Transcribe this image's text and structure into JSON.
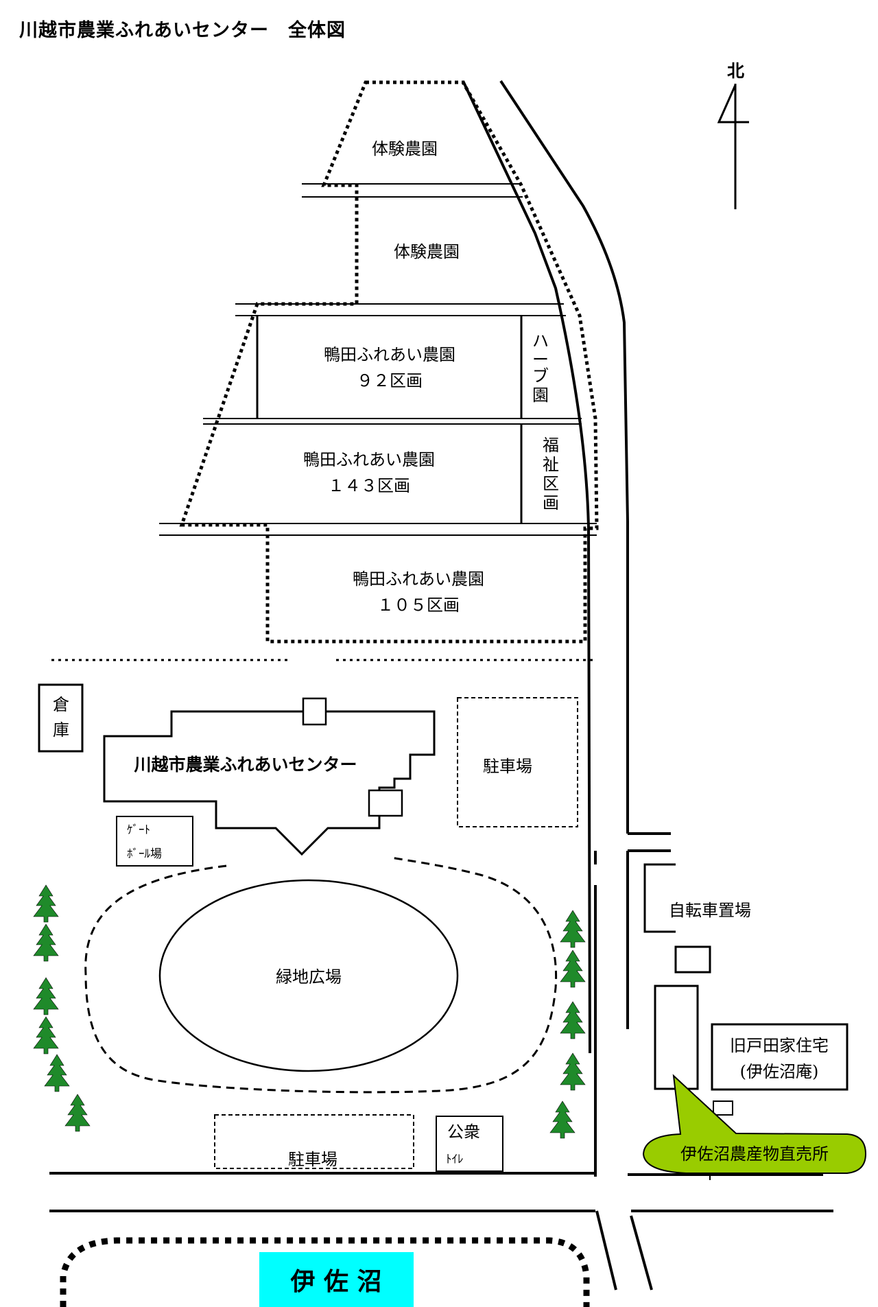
{
  "title": "川越市農業ふれあいセンター　全体図",
  "compass": {
    "label": "北"
  },
  "areas": {
    "farm1": "体験農園",
    "farm2": "体験農園",
    "kamoda92_line1": "鴨田ふれあい農園",
    "kamoda92_line2": "９２区画",
    "herb": [
      "ハ",
      "ー",
      "ブ",
      "園"
    ],
    "kamoda143_line1": "鴨田ふれあい農園",
    "kamoda143_line2": "１４３区画",
    "welfare": [
      "福",
      "祉",
      "区",
      "画"
    ],
    "kamoda105_line1": "鴨田ふれあい農園",
    "kamoda105_line2": "１０５区画",
    "warehouse": [
      "倉",
      "庫"
    ],
    "center": "川越市農業ふれあいセンター",
    "gateball_line1": "ｹﾞｰﾄ",
    "gateball_line2": "ﾎﾞｰﾙ場",
    "parking_north": "駐車場",
    "green_plaza": "緑地広場",
    "parking_south": "駐車場",
    "toilet_line1": "公衆",
    "toilet_line2": "ﾄｲﾚ",
    "bicycle": "自転車置場",
    "todake_line1": "旧戸田家住宅",
    "todake_line2": "(伊佐沼庵)",
    "direct_sales": "伊佐沼農産物直売所",
    "lake": "伊 佐 沼"
  },
  "colors": {
    "tree": "#1f8a2a",
    "callout_fill": "#99cc00",
    "lake_fill": "#00ffff",
    "line": "#000000"
  }
}
